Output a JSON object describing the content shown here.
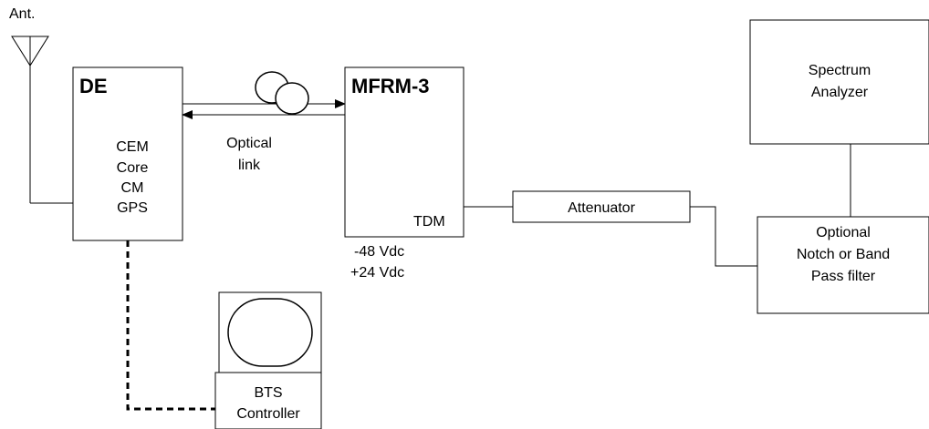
{
  "antenna": {
    "label": "Ant."
  },
  "de": {
    "title": "DE",
    "lines": [
      "CEM",
      "Core",
      "CM",
      "GPS"
    ]
  },
  "optical_link": {
    "lines": [
      "Optical",
      "link"
    ]
  },
  "mfrm": {
    "title": "MFRM-3",
    "port": "TDM",
    "power": [
      "-48 Vdc",
      "+24 Vdc"
    ]
  },
  "attenuator": {
    "label": "Attenuator"
  },
  "spectrum_analyzer": {
    "lines": [
      "Spectrum",
      "Analyzer"
    ]
  },
  "filter": {
    "lines": [
      "Optional",
      "Notch or Band",
      "Pass filter"
    ]
  },
  "bts_controller": {
    "lines": [
      "BTS",
      "Controller"
    ]
  }
}
